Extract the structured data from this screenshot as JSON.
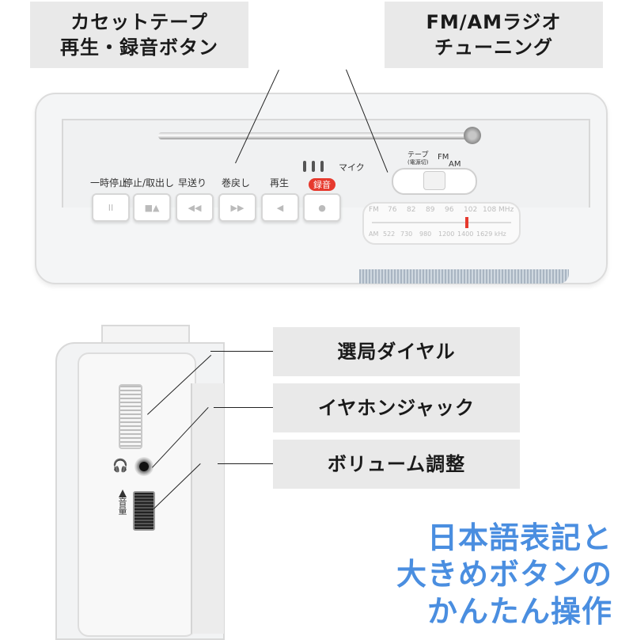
{
  "callouts": {
    "top_left": [
      "カセットテープ",
      "再生・録音ボタン"
    ],
    "top_right": [
      "FM/AMラジオ",
      "チューニング"
    ],
    "side": [
      "選局ダイヤル",
      "イヤホンジャック",
      "ボリューム調整"
    ]
  },
  "front_panel": {
    "buttons": [
      {
        "label": "一時停止",
        "symbol": "II"
      },
      {
        "label": "停止/取出し",
        "symbol": "■▲"
      },
      {
        "label": "早送り",
        "symbol": "◀◀"
      },
      {
        "label": "巻戻し",
        "symbol": "▶▶"
      },
      {
        "label": "再生",
        "symbol": "◀"
      },
      {
        "label": "録音",
        "symbol": "●"
      }
    ],
    "mic_label": "マイク",
    "switch": {
      "tape_label": "テープ",
      "power_off_label": "(電源切)",
      "fm_label": "FM",
      "am_label": "AM"
    },
    "dial": {
      "fm_band": "FM",
      "fm_ticks": [
        "76",
        "82",
        "89",
        "96",
        "102",
        "108 MHz"
      ],
      "am_band": "AM",
      "am_ticks": [
        "522",
        "730",
        "980",
        "1200",
        "1400",
        "1629 kHz"
      ]
    }
  },
  "side_panel": {
    "volume_label": "音量",
    "headphone_icon": "headphone-icon"
  },
  "tagline": [
    "日本語表記と",
    "大きめボタンの",
    "かんたん操作"
  ],
  "colors": {
    "callout_bg": "#e9e9e9",
    "tagline": "#4a8ee0",
    "record_red": "#e63a2e",
    "body_white": "#f4f5f6"
  }
}
